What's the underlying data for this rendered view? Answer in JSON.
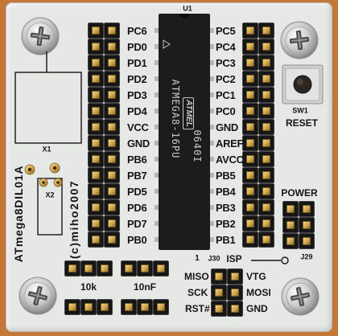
{
  "chip": {
    "ref": "U1",
    "logo": "ATMEL",
    "part_number": "ATMEGA8-16PU",
    "date_code": "0640I"
  },
  "left_pins": [
    "PC6",
    "PD0",
    "PD1",
    "PD2",
    "PD3",
    "PD4",
    "VCC",
    "GND",
    "PB6",
    "PB7",
    "PD5",
    "PD6",
    "PD7",
    "PB0"
  ],
  "right_pins": [
    "PC5",
    "PC4",
    "PC3",
    "PC2",
    "PC1",
    "PC0",
    "GND",
    "AREF",
    "AVCC",
    "PB5",
    "PB4",
    "PB3",
    "PB2",
    "PB1"
  ],
  "reset_switch": {
    "ref": "SW1",
    "label": "RESET"
  },
  "crystal": {
    "x1_ref": "X1",
    "x2_ref": "X2"
  },
  "board": {
    "name": "ATmega8DIL01A",
    "copyright": "(c)miho2007"
  },
  "power_jumper": {
    "label": "POWER",
    "ref": "J29"
  },
  "isp": {
    "pin1": "1",
    "ref": "J30",
    "label": "ISP",
    "left_pins": [
      "MISO",
      "SCK",
      "RST#"
    ],
    "right_pins": [
      "VTG",
      "MOSI",
      "GND"
    ]
  },
  "passives": {
    "resistor": "10k",
    "capacitor": "10nF"
  },
  "colors": {
    "background": "#c47838",
    "board": "#e6e8e6",
    "silkscreen": "#151515",
    "header": "#161616",
    "gold": "#d4ab52",
    "chip": "#1c1c1c",
    "chip_marking": "#c8c8c8",
    "screw": "#c9c9c9"
  }
}
